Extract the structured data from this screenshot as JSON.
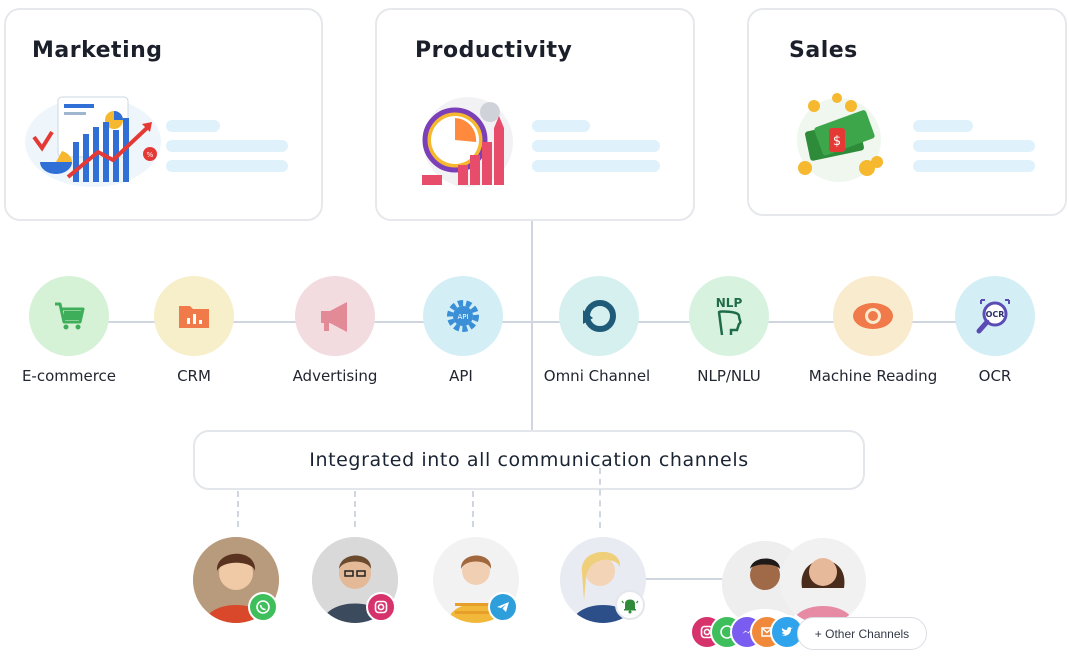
{
  "cards": [
    {
      "title": "Marketing"
    },
    {
      "title": "Productivity"
    },
    {
      "title": "Sales"
    }
  ],
  "nodes": [
    {
      "label": "E-commerce",
      "icon": "cart-icon",
      "color": "#d6f2d6"
    },
    {
      "label": "CRM",
      "icon": "folder-chart-icon",
      "color": "#f7efc9"
    },
    {
      "label": "Advertising",
      "icon": "megaphone-icon",
      "color": "#f2dcdf"
    },
    {
      "label": "API",
      "icon": "api-gear-icon",
      "color": "#d4eef6"
    },
    {
      "label": "Omni Channel",
      "icon": "omni-channel-icon",
      "color": "#d6f0f0"
    },
    {
      "label": "NLP/NLU",
      "icon": "nlp-head-icon",
      "color": "#d7f3df"
    },
    {
      "label": "Machine Reading",
      "icon": "eye-icon",
      "color": "#f9ebcd"
    },
    {
      "label": "OCR",
      "icon": "ocr-magnifier-icon",
      "color": "#d4eef6"
    }
  ],
  "banner": {
    "text": "Integrated into all communication channels"
  },
  "channels": [
    {
      "person": "person-1",
      "badge": "whatsapp-icon"
    },
    {
      "person": "person-2",
      "badge": "instagram-icon"
    },
    {
      "person": "person-3",
      "badge": "telegram-icon"
    },
    {
      "person": "bot-assistant",
      "badge": "bell-icon"
    }
  ],
  "other_channels": {
    "label": "+ Other Channels"
  },
  "colors": {
    "border": "#e6e8ec",
    "bar": "#dff1fb",
    "line": "#cfd6df"
  }
}
